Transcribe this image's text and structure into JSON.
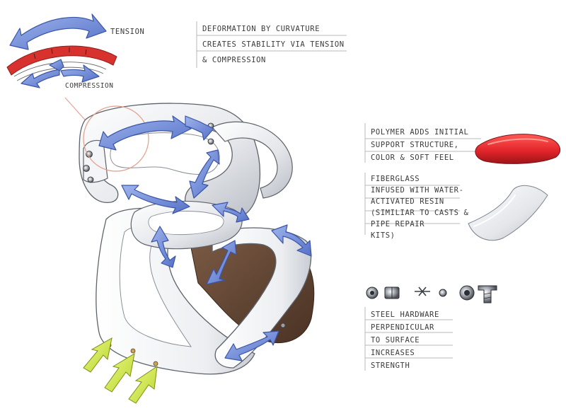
{
  "labels": {
    "tension": "TENSION",
    "compression": "COMPRESSION"
  },
  "notes": {
    "deformation": [
      "DEFORMATION BY CURVATURE",
      "CREATES STABILITY VIA TENSION",
      "& COMPRESSION"
    ],
    "polymer": [
      "POLYMER ADDS INITIAL",
      "SUPPORT STRUCTURE,",
      "COLOR & SOFT FEEL"
    ],
    "fiberglass": [
      "FIBERGLASS",
      "INFUSED WITH WATER-",
      "ACTIVATED RESIN",
      "(SIMILIAR TO CASTS &",
      "PIPE REPAIR",
      "KITS)"
    ],
    "steel": [
      "STEEL HARDWARE",
      "PERPENDICULAR",
      "TO SURFACE",
      "INCREASES",
      "STRENGTH"
    ]
  },
  "colors": {
    "arrow_blue": "#6f8ad6",
    "arrow_green": "#c8e23a",
    "polymer_red": "#e3262c",
    "band_red": "#d8322e",
    "callout_circle": "#e39d8a",
    "shell_dark": "#5e4230"
  }
}
